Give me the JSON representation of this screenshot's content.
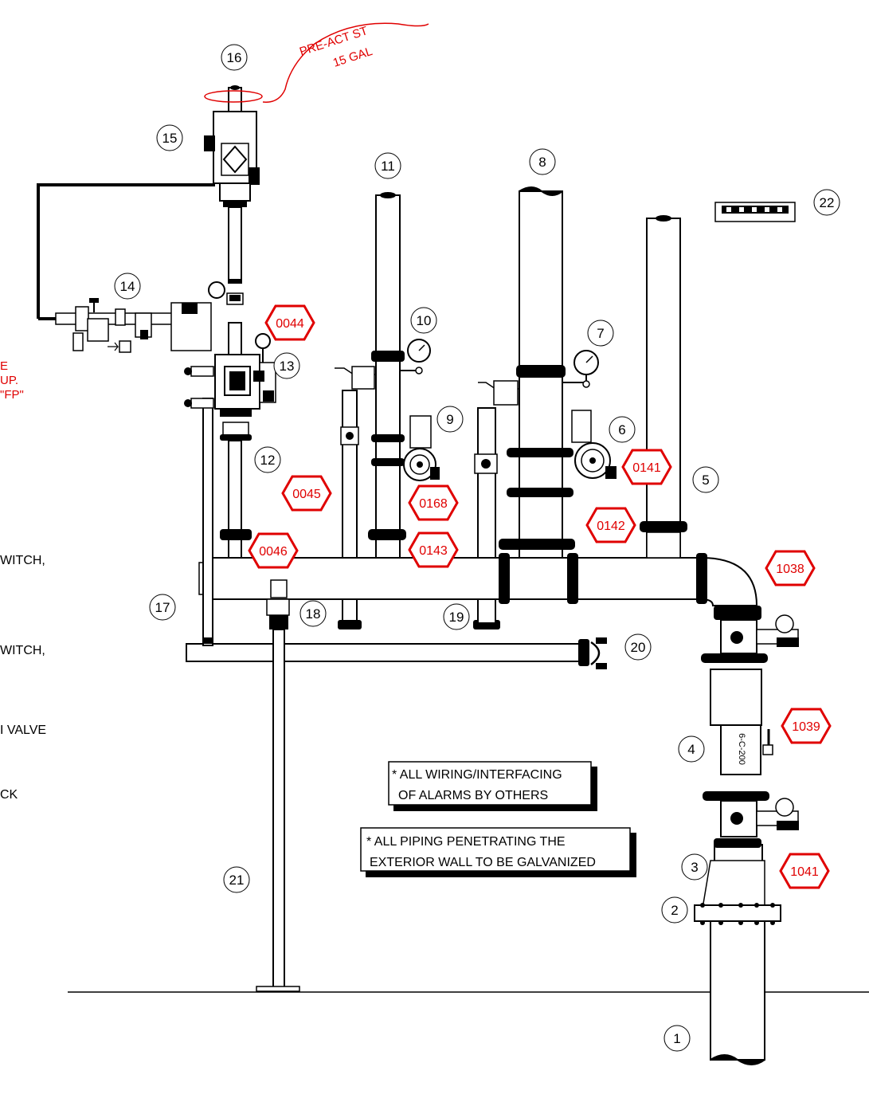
{
  "colors": {
    "ink": "#000000",
    "redline": "#e00000",
    "paper": "#ffffff"
  },
  "callouts": [
    "1",
    "2",
    "3",
    "4",
    "5",
    "6",
    "7",
    "8",
    "9",
    "10",
    "11",
    "12",
    "13",
    "14",
    "15",
    "16",
    "17",
    "18",
    "19",
    "20",
    "21",
    "22"
  ],
  "tags": [
    "0044",
    "0045",
    "0046",
    "0141",
    "0142",
    "0143",
    "0168",
    "1038",
    "1039",
    "1041"
  ],
  "cloud": {
    "line1": "PRE-ACT ST",
    "line2": "15 GAL"
  },
  "valve_stencil": "6-C-200",
  "notes": {
    "wiring_line1": "* ALL WIRING/INTERFACING",
    "wiring_line2": "OF ALARMS BY OTHERS",
    "piping_line1": "* ALL PIPING PENETRATING THE",
    "piping_line2": "EXTERIOR WALL TO BE GALVANIZED"
  },
  "left_edge_red": [
    "E",
    "UP.",
    "\"FP\""
  ],
  "left_edge_text": [
    "WITCH,",
    "WITCH,",
    "I VALVE",
    "CK"
  ]
}
